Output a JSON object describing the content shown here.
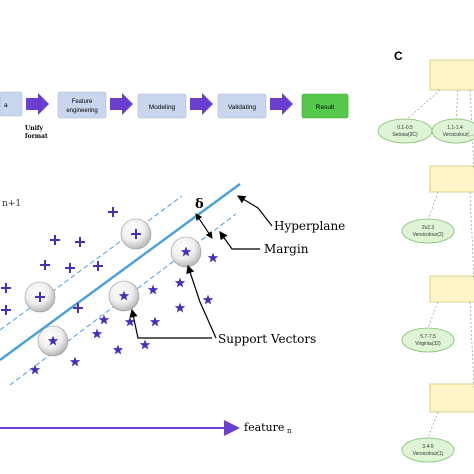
{
  "pipeline": {
    "steps": [
      "a",
      "Feature engineering",
      "Modeling",
      "Validating",
      "Result"
    ],
    "step_lines": [
      [
        "a"
      ],
      [
        "Feature",
        "engineering"
      ],
      [
        "Modeling"
      ],
      [
        "Validating"
      ],
      [
        "Result"
      ]
    ],
    "unify_line1": "Unify",
    "unify_line2": "format",
    "colors": {
      "box": "#c9d6ee",
      "result": "#55c94c",
      "arrow": "#6a3fd0"
    }
  },
  "svm": {
    "axis_y_fragment": "n+1",
    "axis_x_label": "feature",
    "axis_x_sub": "n",
    "delta": "δ",
    "hyperplane": "Hyperplane",
    "margin": "Margin",
    "support_vectors": "Support Vectors",
    "colors": {
      "line": "#4a9fd8",
      "marker": "#4a2fb8"
    }
  },
  "tree": {
    "panel_letter": "C",
    "leaves": [
      [
        "0.1-0.5",
        "Setosa(3C)"
      ],
      [
        "1.1-1.4",
        "Versicolour(..."
      ],
      [
        "2v2.3",
        "Versicolour(2)"
      ],
      [
        "5.7-7.5",
        "Virginia(32)"
      ],
      [
        "3.4-5",
        "Versicolour(1)"
      ]
    ],
    "colors": {
      "node": "#fdf5c8",
      "leaf": "#dff3d5",
      "leaf_border": "#7fbf6a"
    }
  }
}
